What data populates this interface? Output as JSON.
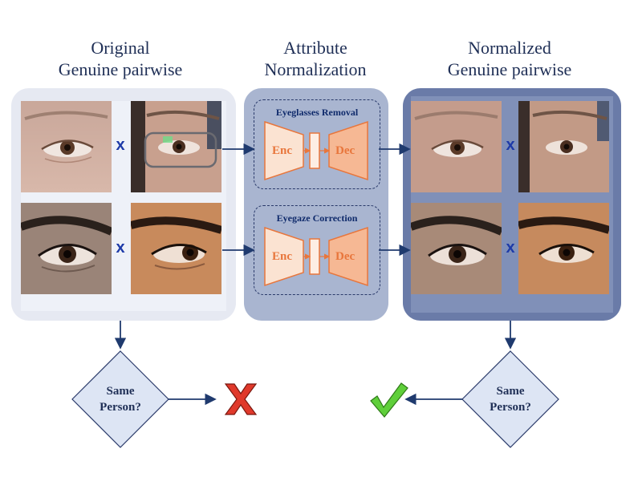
{
  "columns": {
    "left_title": [
      "Original",
      "Genuine pairwise"
    ],
    "middle_title": [
      "Attribute",
      "Normalization"
    ],
    "right_title": [
      "Normalized",
      "Genuine pairwise"
    ]
  },
  "blocks": [
    {
      "title": "Eyeglasses Removal",
      "encoder": "Enc",
      "decoder": "Dec"
    },
    {
      "title": "Eyegaze Correction",
      "encoder": "Enc",
      "decoder": "Dec"
    }
  ],
  "pair_separator": "x",
  "decisions": {
    "left": {
      "lines": [
        "Same",
        "Person?"
      ],
      "result": "cross"
    },
    "right": {
      "lines": [
        "Same",
        "Person?"
      ],
      "result": "check"
    }
  },
  "colors": {
    "title": "#1f2f56",
    "left_panel": "#e6e9f2",
    "middle_panel": "#a9b5d0",
    "right_panel": "#6a7ba8",
    "arrow": "#1f3a6e",
    "network": "#e8763c",
    "cross": "#e0392b",
    "check": "#5fcf3a",
    "diamond": "#dde5f4"
  }
}
